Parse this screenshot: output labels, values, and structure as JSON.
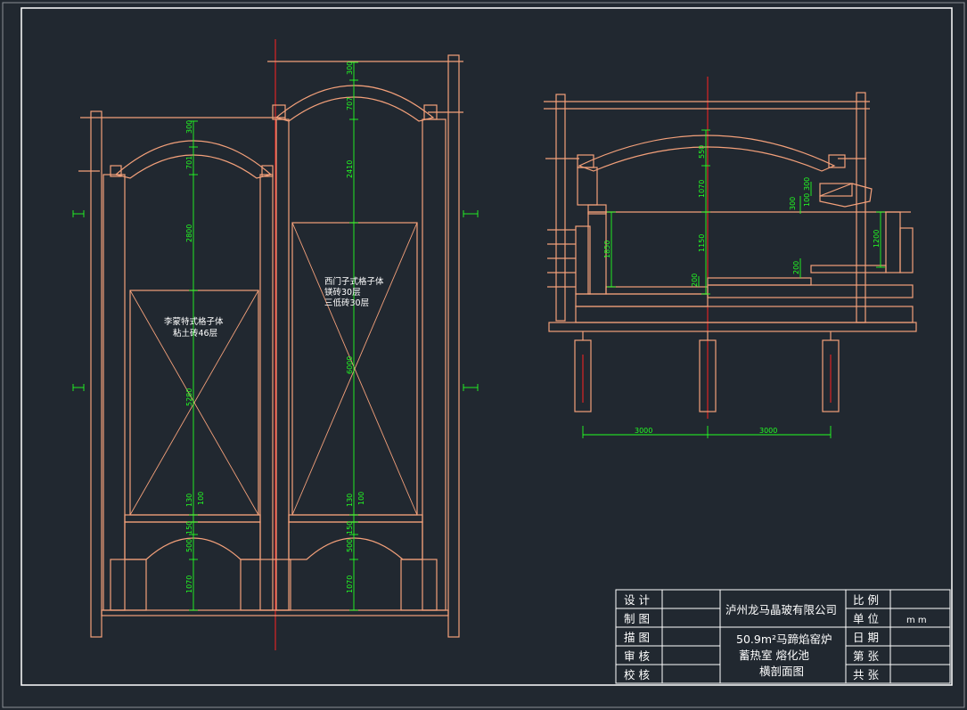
{
  "left_notes": {
    "regen1": [
      "李蒙特式格子体",
      "粘土砖46层"
    ],
    "regen2": [
      "西门子式格子体",
      "镁砖30层",
      "三低砖30层"
    ]
  },
  "left_dims": {
    "l300": "300",
    "l701": "701",
    "l2800": "2800",
    "l5280": "5280",
    "l130": "130",
    "l100": "100",
    "l150": "150",
    "l500": "500",
    "l1070": "1070",
    "r300": "300",
    "r707": "707",
    "r2410": "2410",
    "r6000": "6000",
    "r130": "130",
    "r100": "100",
    "r150": "150",
    "r500": "500",
    "r1070": "1070"
  },
  "right_dims": {
    "d550": "550",
    "d1070": "1070",
    "d1150": "1150",
    "d1850": "1850",
    "d300a": "300",
    "d100": "100",
    "d300b": "300",
    "d1200": "1200",
    "d200a": "200",
    "d200b": "200",
    "w3000a": "3000",
    "w3000b": "3000"
  },
  "title_block": {
    "labels": [
      "设 计",
      "制 图",
      "描 图",
      "审 核",
      "校 核"
    ],
    "company": "泸州龙马晶玻有限公司",
    "drawing_title": [
      "50.9m²马蹄焰窑炉",
      "蓄热室   熔化池",
      "横剖面图"
    ],
    "right_labels": [
      "比 例",
      "单 位",
      "日 期",
      "第 张",
      "共 张"
    ],
    "unit_value": "m m"
  }
}
